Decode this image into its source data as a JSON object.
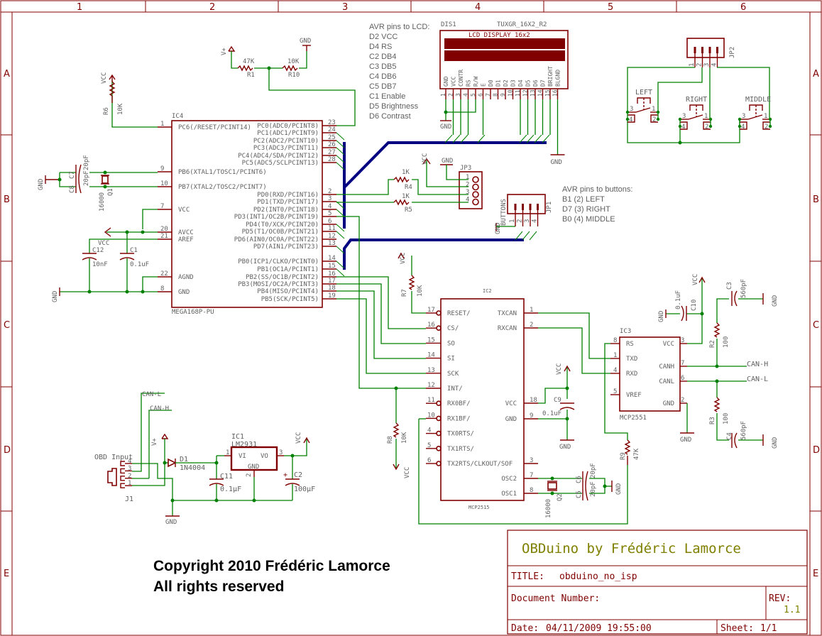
{
  "sheet": {
    "columns": [
      "1",
      "2",
      "3",
      "4",
      "5",
      "6"
    ],
    "rows": [
      "A",
      "B",
      "C",
      "D",
      "E"
    ]
  },
  "notes": {
    "lcd_map": [
      "AVR pins to LCD:",
      "D2 VCC",
      "D4 RS",
      "C2 DB4",
      "C3 DB5",
      "C4 DB6",
      "C5 DB7",
      "C1 Enable",
      "D5 Brightness",
      "D6 Contrast"
    ],
    "button_map": [
      "AVR pins to buttons:",
      "B1 (2) LEFT",
      "D7 (3) RIGHT",
      "B0 (4) MIDDLE"
    ]
  },
  "ic4": {
    "name": "IC4",
    "value": "MEGA168P-PU",
    "left_pins": [
      {
        "num": "1",
        "label": "PC6(/RESET/PCINT14)"
      },
      {
        "num": "9",
        "label": "PB6(XTAL1/TOSC1/PCINT6)"
      },
      {
        "num": "10",
        "label": "PB7(XTAL2/TOSC2/PCINT7)"
      },
      {
        "num": "7",
        "label": "VCC"
      },
      {
        "num": "20",
        "label": "AVCC"
      },
      {
        "num": "21",
        "label": "AREF"
      },
      {
        "num": "22",
        "label": "AGND"
      },
      {
        "num": "8",
        "label": "GND"
      }
    ],
    "right_pins": [
      {
        "num": "23",
        "label": "PC0(ADC0/PCINT8)"
      },
      {
        "num": "24",
        "label": "PC1(ADC1/PCINT9)"
      },
      {
        "num": "25",
        "label": "PC2(ADC2/PCINT10)"
      },
      {
        "num": "26",
        "label": "PC3(ADC3/PCINT11)"
      },
      {
        "num": "27",
        "label": "PC4(ADC4/SDA/PCINT12)"
      },
      {
        "num": "28",
        "label": "PC5(ADC5/SCLPCINT13)"
      },
      {
        "num": "2",
        "label": "PD0(RXD/PCINT16)"
      },
      {
        "num": "3",
        "label": "PD1(TXD/PCINT17)"
      },
      {
        "num": "4",
        "label": "PD2(INT0/PCINT18)"
      },
      {
        "num": "5",
        "label": "PD3(INT1/OC2B/PCINT19)"
      },
      {
        "num": "6",
        "label": "PD4(T0/XCK/PCINT20)"
      },
      {
        "num": "11",
        "label": "PD5(T1/OC0B/PCINT21)"
      },
      {
        "num": "12",
        "label": "PD6(AIN0/OC0A/PCINT22)"
      },
      {
        "num": "13",
        "label": "PD7(AIN1/PCINT23)"
      },
      {
        "num": "14",
        "label": "PB0(ICP1/CLKO/PCINT0)"
      },
      {
        "num": "15",
        "label": "PB1(OC1A/PCINT1)"
      },
      {
        "num": "16",
        "label": "PB2(SS/OC1B/PCINT2)"
      },
      {
        "num": "17",
        "label": "PB3(MOSI/OC2A/PCINT3)"
      },
      {
        "num": "18",
        "label": "PB4(MISO/PCINT4)"
      },
      {
        "num": "19",
        "label": "PB5(SCK/PCINT5)"
      }
    ]
  },
  "ic2": {
    "name": "IC2",
    "value": "MCP2515",
    "left_pins": [
      {
        "num": "17",
        "label": "RESET/"
      },
      {
        "num": "16",
        "label": "CS/"
      },
      {
        "num": "15",
        "label": "SO"
      },
      {
        "num": "14",
        "label": "SI"
      },
      {
        "num": "13",
        "label": "SCK"
      },
      {
        "num": "12",
        "label": "INT/"
      },
      {
        "num": "11",
        "label": "RX0BF/"
      },
      {
        "num": "10",
        "label": "RX1BF/"
      },
      {
        "num": "4",
        "label": "TX0RTS/"
      },
      {
        "num": "5",
        "label": "TX1RTS/"
      },
      {
        "num": "6",
        "label": "TX2RTS/CLKOUT/SOF"
      }
    ],
    "right_pins": [
      {
        "num": "1",
        "label": "TXCAN"
      },
      {
        "num": "2",
        "label": "RXCAN"
      },
      {
        "num": "18",
        "label": "VCC"
      },
      {
        "num": "9",
        "label": "GND"
      },
      {
        "num": "3",
        "label": ""
      },
      {
        "num": "7",
        "label": "OSC2"
      },
      {
        "num": "8",
        "label": "OSC1"
      }
    ]
  },
  "ic3": {
    "name": "IC3",
    "value": "MCP2551",
    "left_pins": [
      {
        "num": "8",
        "label": "RS"
      },
      {
        "num": "1",
        "label": "TXD"
      },
      {
        "num": "4",
        "label": "RXD"
      },
      {
        "num": "5",
        "label": "VREF"
      }
    ],
    "right_pins": [
      {
        "num": "3",
        "label": "VCC"
      },
      {
        "num": "7",
        "label": "CANH"
      },
      {
        "num": "6",
        "label": "CANL"
      },
      {
        "num": "2",
        "label": "GND"
      }
    ]
  },
  "ic1": {
    "name": "IC1",
    "value": "LM2931",
    "vi": "VI",
    "vo": "VO",
    "gnd": "GND",
    "pin_vi": "1",
    "pin_vo": "3",
    "pin_gnd": "2"
  },
  "lcd": {
    "name": "DIS1",
    "value": "TUXGR_16X2_R2",
    "title": "LCD DISPLAY 16x2",
    "pins": [
      {
        "num": "1",
        "label": "GND"
      },
      {
        "num": "2",
        "label": "VCC"
      },
      {
        "num": "3",
        "label": "CONTR"
      },
      {
        "num": "4",
        "label": "RS"
      },
      {
        "num": "5",
        "label": "R/W"
      },
      {
        "num": "6",
        "label": "E"
      },
      {
        "num": "7",
        "label": "D0"
      },
      {
        "num": "8",
        "label": "D1"
      },
      {
        "num": "9",
        "label": "D2"
      },
      {
        "num": "10",
        "label": "D3"
      },
      {
        "num": "11",
        "label": "D4"
      },
      {
        "num": "12",
        "label": "D5"
      },
      {
        "num": "13",
        "label": "D6"
      },
      {
        "num": "14",
        "label": "D7"
      },
      {
        "num": "15",
        "label": "BRIGHT"
      },
      {
        "num": "16",
        "label": "BLGND"
      }
    ]
  },
  "jp2": {
    "name": "JP2",
    "pins": [
      "1",
      "2",
      "3",
      "4"
    ]
  },
  "jp1": {
    "name": "JP1",
    "value": "BUTTONS",
    "pins": [
      "1",
      "2",
      "3",
      "4"
    ]
  },
  "jp3": {
    "name": "JP3",
    "pins": [
      "1",
      "2",
      "3",
      "4"
    ]
  },
  "switches": [
    {
      "name": "LEFT",
      "p1": "1",
      "p2": "2",
      "p3": "3",
      "p4": "4"
    },
    {
      "name": "RIGHT",
      "p1": "1",
      "p2": "2",
      "p3": "3",
      "p4": "4"
    },
    {
      "name": "MIDDLE",
      "p1": "1",
      "p2": "2",
      "p3": "3",
      "p4": "4"
    }
  ],
  "parts": {
    "r1": {
      "name": "R1",
      "value": "47K"
    },
    "r10": {
      "name": "R10",
      "value": "10K"
    },
    "r6": {
      "name": "R6",
      "value": "10K"
    },
    "r4": {
      "name": "R4",
      "value": "1K"
    },
    "r5": {
      "name": "R5",
      "value": "1K"
    },
    "r7": {
      "name": "R7",
      "value": "10K"
    },
    "r8": {
      "name": "R8",
      "value": "10K"
    },
    "r9": {
      "name": "R9",
      "value": "47K"
    },
    "r2": {
      "name": "R2",
      "value": "100"
    },
    "r3": {
      "name": "R3",
      "value": "100"
    },
    "c7": {
      "name": "C7",
      "value": "20pF"
    },
    "c8": {
      "name": "C8",
      "value": "20pF"
    },
    "c12": {
      "name": "C12",
      "value": "10nF"
    },
    "c1": {
      "name": "C1",
      "value": "0.1uF"
    },
    "c9": {
      "name": "C9",
      "value": "0.1uF"
    },
    "c10": {
      "name": "C10",
      "value": "0.1uF"
    },
    "c3": {
      "name": "C3",
      "value": "560pF"
    },
    "c4": {
      "name": "C4",
      "value": "560pF"
    },
    "c5": {
      "name": "C5",
      "value": "20pF"
    },
    "c6": {
      "name": "C6",
      "value": "20pF"
    },
    "c11": {
      "name": "C11",
      "value": "0.1µF"
    },
    "c2": {
      "name": "C2",
      "value": "100µF"
    },
    "q1": {
      "name": "Q1",
      "value": "16000"
    },
    "q2": {
      "name": "Q2",
      "value": "16000"
    },
    "d1": {
      "name": "D1",
      "value": "1N4004"
    },
    "j1": {
      "name": "J1",
      "value": "OBD Input",
      "pins": [
        "4",
        "3",
        "2",
        "1"
      ]
    }
  },
  "supplies": {
    "vcc": "VCC",
    "gnd": "GND",
    "vplus": "V+",
    "canh": "CAN-H",
    "canl": "CAN-L"
  },
  "copyright": {
    "line1": "Copyright 2010 Frédéric Lamorce",
    "line2": "All rights reserved"
  },
  "title_block": {
    "heading": "OBDuino by Frédéric Lamorce",
    "title_label": "TITLE:",
    "title_value": "obduino_no_isp",
    "doc_label": "Document Number:",
    "rev_label": "REV:",
    "rev_value": "1.1",
    "date_label": "Date:",
    "date_value": "04/11/2009 19:55:00",
    "sheet_label": "Sheet:",
    "sheet_value": "1/1"
  }
}
